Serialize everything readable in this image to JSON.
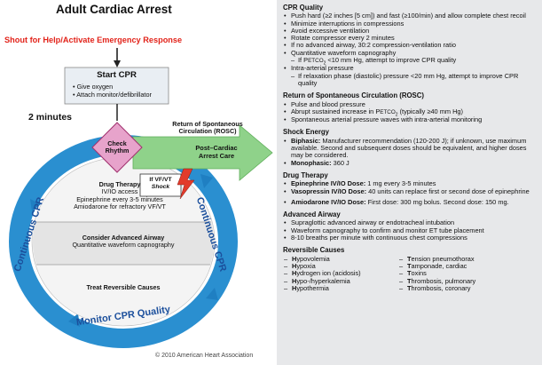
{
  "diagram": {
    "title": "Adult Cardiac Arrest",
    "shout": "Shout for Help/Activate Emergency Response",
    "start_cpr": {
      "title": "Start CPR",
      "items": [
        "Give oxygen",
        "Attach monitor/defibrillator"
      ]
    },
    "two_minutes": "2 minutes",
    "check_rhythm": [
      "Check",
      "Rhythm"
    ],
    "rosc": [
      "Return of Spontaneous",
      "Circulation (ROSC)"
    ],
    "post_arrest": [
      "Post–Cardiac",
      "Arrest Care"
    ],
    "shock": [
      "If VF/VT",
      "Shock"
    ],
    "drug_therapy": {
      "title": "Drug Therapy",
      "lines": [
        "IV/IO access",
        "Epinephrine every 3-5 minutes",
        "Amiodarone for refractory VF/VT"
      ]
    },
    "airway": {
      "title": "Consider Advanced Airway",
      "lines": [
        "Quantitative waveform capnography"
      ]
    },
    "reversible": "Treat Reversible Causes",
    "ring_left": "Continuous CPR",
    "ring_right": "Continuous CPR",
    "ring_bottom": "Monitor CPR Quality",
    "copyright": "© 2010 American Heart Association",
    "colors": {
      "ring": "#2a8fd0",
      "ring_dark": "#1f7fc2",
      "label_blue": "#1b4f9c",
      "shout_red": "#e2231a",
      "check_pink": "#e7a3cb",
      "rosc_green": "#8fd28a",
      "shock_red": "#e23b2b",
      "panel_grey": "#e7e8ea"
    }
  },
  "panel": {
    "cpr_quality": {
      "title": "CPR Quality",
      "items": [
        "Push hard (≥2 inches [5 cm]) and fast (≥100/min) and allow complete chest recoil",
        "Minimize interruptions in compressions",
        "Avoid excessive ventilation",
        "Rotate compressor every 2 minutes",
        "If no advanced airway, 30:2 compression-ventilation ratio",
        "Quantitative waveform capnography"
      ],
      "capno_sub": [
        "If P",
        "ETCO",
        "2",
        " <10 mm Hg, attempt to improve CPR quality"
      ],
      "arterial": "Intra-arterial pressure",
      "arterial_sub": "If relaxation phase (diastolic) pressure <20 mm Hg, attempt to improve CPR quality"
    },
    "rosc": {
      "title": "Return of Spontaneous Circulation (ROSC)",
      "items": [
        "Pulse and blood pressure",
        "Abrupt sustained increase in P",
        "Spontaneous arterial pressure waves with intra-arterial monitoring"
      ],
      "etco_sc": "ETCO",
      "etco_sub": "2",
      "etco_tail": " (typically ≥40 mm Hg)"
    },
    "shock_energy": {
      "title": "Shock Energy",
      "biphasic_label": "Biphasic:",
      "biphasic_text": " Manufacturer recommendation (120-200 J); if unknown, use maximum available. Second and subsequent doses should be equivalent, and higher doses may be considered.",
      "monophasic_label": "Monophasic:",
      "monophasic_text": " 360 J"
    },
    "drug_therapy": {
      "title": "Drug Therapy",
      "epi_label": "Epinephrine IV/IO Dose:",
      "epi_text": " 1 mg every 3-5 minutes",
      "vaso_label": "Vasopressin IV/IO Dose:",
      "vaso_text": " 40 units can replace first or second dose of epinephrine",
      "amio_label": "Amiodarone IV/IO Dose:",
      "amio_text": " First dose: 300 mg bolus. Second dose: 150 mg."
    },
    "advanced_airway": {
      "title": "Advanced Airway",
      "items": [
        "Supraglottic advanced airway or endotracheal intubation",
        "Waveform capnography to confirm and monitor ET tube placement",
        "8-10 breaths per minute with continuous chest compressions"
      ]
    },
    "reversible_causes": {
      "title": "Reversible Causes",
      "col1": [
        {
          "b": "H",
          "t": "ypovolemia"
        },
        {
          "b": "H",
          "t": "ypoxia"
        },
        {
          "b": "H",
          "t": "ydrogen ion (acidosis)"
        },
        {
          "b": "H",
          "t": "ypo-/hyperkalemia"
        },
        {
          "b": "H",
          "t": "ypothermia"
        }
      ],
      "col2": [
        {
          "b": "T",
          "t": "ension pneumothorax"
        },
        {
          "b": "T",
          "t": "amponade, cardiac"
        },
        {
          "b": "T",
          "t": "oxins"
        },
        {
          "b": "T",
          "t": "hrombosis, pulmonary"
        },
        {
          "b": "T",
          "t": "hrombosis, coronary"
        }
      ]
    }
  }
}
